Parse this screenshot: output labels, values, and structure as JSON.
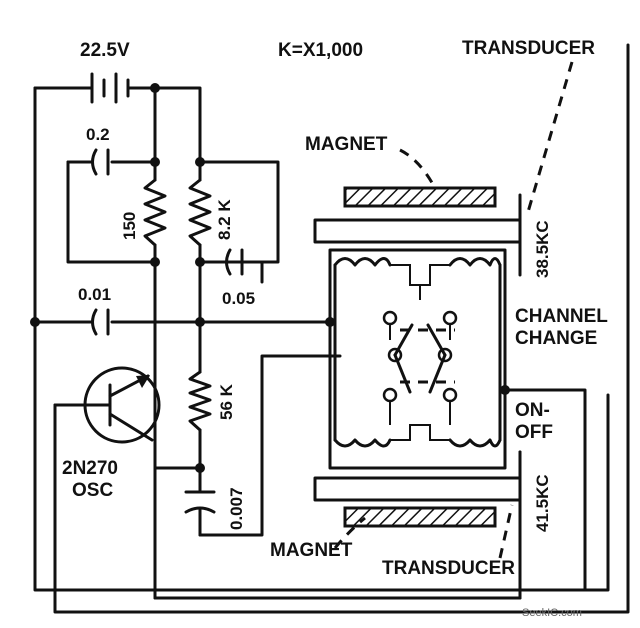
{
  "labels": {
    "battery": "22.5V",
    "gain": "K=X1,000",
    "transducer_top": "TRANSDUCER",
    "magnet_top": "MAGNET",
    "cap_02": "0.2",
    "res_150": "150",
    "res_82k": "8.2 K",
    "cap_005": "0.05",
    "cap_001": "0.01",
    "freq_top": "38.5KC",
    "channel_line1": "CHANNEL",
    "channel_line2": "CHANGE",
    "res_56k": "56 K",
    "on_line1": "ON-",
    "on_line2": "OFF",
    "transistor_line1": "2N270",
    "transistor_line2": "OSC",
    "cap_0007": "0.007",
    "freq_bottom": "41.5KC",
    "magnet_bottom": "MAGNET",
    "transducer_bottom": "TRANSDUCER",
    "watermark": "SeekIC.com"
  },
  "colors": {
    "ink": "#111111",
    "paper": "#ffffff"
  }
}
